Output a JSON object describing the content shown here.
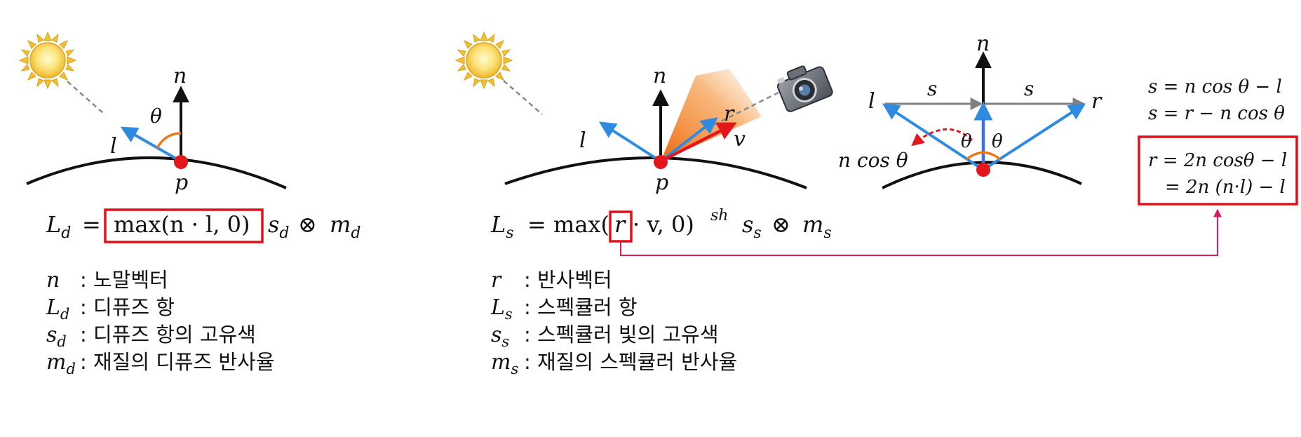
{
  "diffuse": {
    "labels": {
      "n": "n",
      "l": "l",
      "theta": "θ",
      "p": "p"
    },
    "equation": {
      "lhs": "L",
      "lhs_sub": "d",
      "eq_sign": "=",
      "boxed": "max(n · l, 0)",
      "rest1": "s",
      "rest1_sub": "d",
      "otimes": "⊗",
      "rest2": "m",
      "rest2_sub": "d"
    },
    "legend": [
      {
        "sym": "n",
        "sub": "",
        "desc": ": 노말벡터"
      },
      {
        "sym": "L",
        "sub": "d",
        "desc": ": 디퓨즈 항"
      },
      {
        "sym": "s",
        "sub": "d",
        "desc": ": 디퓨즈 항의 고유색"
      },
      {
        "sym": "m",
        "sub": "d",
        "desc": ": 재질의 디퓨즈 반사율"
      }
    ]
  },
  "specular": {
    "labels": {
      "n": "n",
      "l": "l",
      "r": "r",
      "v": "v",
      "p": "p"
    },
    "equation": {
      "lhs": "L",
      "lhs_sub": "s",
      "eq_pre": "= max(",
      "boxed": "r",
      "eq_post": "· v, 0)",
      "sup": "sh",
      "rest1": "s",
      "rest1_sub": "s",
      "otimes": "⊗",
      "rest2": "m",
      "rest2_sub": "s"
    },
    "legend": [
      {
        "sym": "r",
        "sub": "",
        "desc": ": 반사벡터"
      },
      {
        "sym": "L",
        "sub": "s",
        "desc": ": 스펙큘러 항"
      },
      {
        "sym": "s",
        "sub": "s",
        "desc": ": 스펙큘러 빛의 고유색"
      },
      {
        "sym": "m",
        "sub": "s",
        "desc": ": 재질의 스펙큘러 반사율"
      }
    ]
  },
  "reflection": {
    "labels": {
      "n": "n",
      "l": "l",
      "r": "r",
      "s_left": "s",
      "s_right": "s",
      "ncos": "n cos θ",
      "theta_left": "θ",
      "theta_right": "θ"
    },
    "formulas": {
      "line1": "s = n cos θ − l",
      "line2": "s = r − n cos θ",
      "boxed1": "r = 2n cosθ − l",
      "boxed2": "= 2n (n·l) − l"
    }
  },
  "colors": {
    "highlight_box": "#e0101a",
    "connector": "#d81b60",
    "vector_blue": "#2e8be0",
    "vector_red": "#e3161b",
    "angle_orange": "#ea7a18",
    "cone_orange": "#f08020",
    "surface": "#111111",
    "s_vector_gray": "#808080",
    "point_red": "#e3161b"
  },
  "icons": [
    "sun-icon",
    "camera-icon"
  ]
}
